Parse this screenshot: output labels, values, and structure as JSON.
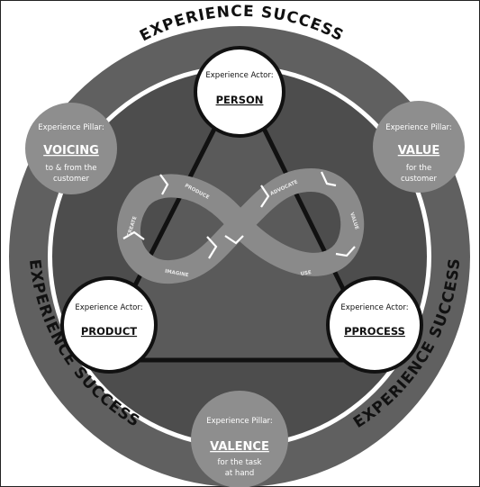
{
  "ring_text": {
    "top": "EXPERIENCE SUCCESS",
    "left": "EXPERIENCE SUCCESS",
    "right": "EXPERIENCE SUCCESS"
  },
  "actors": {
    "person": {
      "heading": "Experience Actor:",
      "name": "PERSON"
    },
    "product": {
      "heading": "Experience Actor:",
      "name": "PRODUCT"
    },
    "process": {
      "heading": "Experience Actor:",
      "name": "PPROCESS"
    }
  },
  "pillars": {
    "voicing": {
      "heading": "Experience Pillar:",
      "name": "VOICING",
      "line1": "to & from the",
      "line2": "customer"
    },
    "value": {
      "heading": "Experience Pillar:",
      "name": "VALUE",
      "line1": "for the",
      "line2": "customer"
    },
    "valence": {
      "heading": "Experience Pillar:",
      "name": "VALENCE",
      "line1": "for the task",
      "line2": "at hand"
    }
  },
  "loop_labels": {
    "produce": "PRODUCE",
    "create": "CREATE",
    "imagine": "IMAGINE",
    "advocate": "ADVOCATE",
    "value": "VALUE",
    "use": "USE"
  },
  "colors": {
    "outer_disc": "#606060",
    "white_ring": "#ffffff",
    "inner_disc": "#4d4d4d",
    "pillar_circle": "#8e8e8e",
    "loop": "#8a8a8a",
    "text_dark": "#111111"
  }
}
